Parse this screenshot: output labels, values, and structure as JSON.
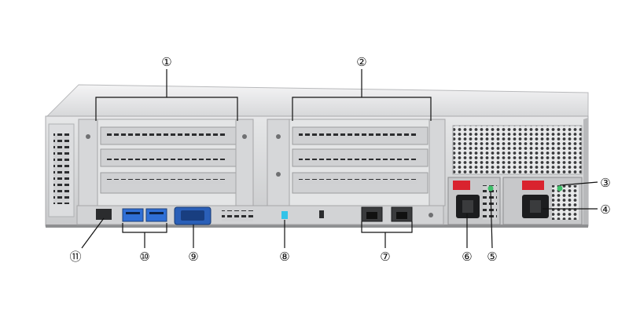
{
  "callouts": [
    {
      "id": "1",
      "label": "①"
    },
    {
      "id": "2",
      "label": "②"
    },
    {
      "id": "3",
      "label": "③"
    },
    {
      "id": "4",
      "label": "④"
    },
    {
      "id": "5",
      "label": "⑤"
    },
    {
      "id": "6",
      "label": "⑥"
    },
    {
      "id": "7",
      "label": "⑦"
    },
    {
      "id": "8",
      "label": "⑧"
    },
    {
      "id": "9",
      "label": "⑨"
    },
    {
      "id": "10",
      "label": "⑩"
    },
    {
      "id": "11",
      "label": "⑪"
    }
  ],
  "colors": {
    "chassis": "#d9dadb",
    "chassis_dark": "#9fa1a3",
    "usb_blue": "#2f6fd6",
    "vga_blue": "#2a5fb8",
    "psu_red": "#d9232e",
    "led_green": "#3fc06a",
    "uid_cyan": "#33c3e8"
  }
}
